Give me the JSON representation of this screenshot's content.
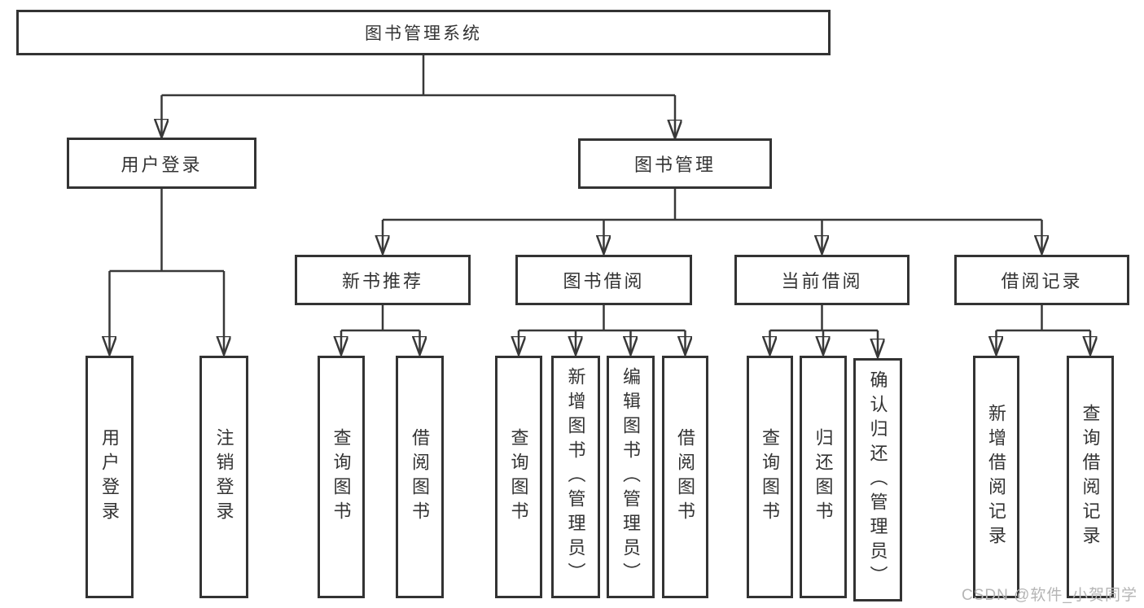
{
  "tree": {
    "root": {
      "label": "图书管理系统"
    },
    "branches": [
      {
        "label": "用户登录",
        "children": [
          {
            "label": "用户登录"
          },
          {
            "label": "注销登录"
          }
        ]
      },
      {
        "label": "图书管理",
        "children": [
          {
            "label": "新书推荐",
            "children": [
              {
                "label": "查询图书"
              },
              {
                "label": "借阅图书"
              }
            ]
          },
          {
            "label": "图书借阅",
            "children": [
              {
                "label": "查询图书"
              },
              {
                "label": "新增图书（管理员）"
              },
              {
                "label": "编辑图书（管理员）"
              },
              {
                "label": "借阅图书"
              }
            ]
          },
          {
            "label": "当前借阅",
            "children": [
              {
                "label": "查询图书"
              },
              {
                "label": "归还图书"
              },
              {
                "label": "确认归还（管理员）"
              }
            ]
          },
          {
            "label": "借阅记录",
            "children": [
              {
                "label": "新增借阅记录"
              },
              {
                "label": "查询借阅记录"
              }
            ]
          }
        ]
      }
    ]
  },
  "watermark": "CSDN @软件_小贺同学",
  "colors": {
    "line": "#383838",
    "box_border": "#333333",
    "text": "#333333",
    "watermark": "#b5b5b5",
    "background": "#ffffff"
  }
}
